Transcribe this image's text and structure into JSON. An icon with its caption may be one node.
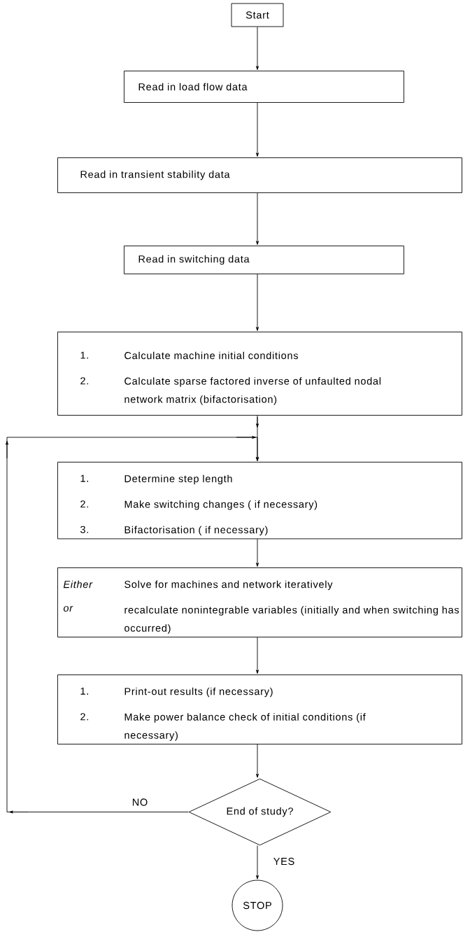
{
  "diagram": {
    "nodes": [
      {
        "text": [
          "Start"
        ]
      },
      {
        "text": [
          "Read in load flow data"
        ]
      },
      {
        "text": [
          "Read in transient stability data"
        ]
      },
      {
        "text": [
          "Read in switching data"
        ]
      },
      {
        "text": [
          "1.",
          "Calculate machine initial conditions",
          "2.",
          "Calculate sparse factored inverse of unfaulted nodal network matrix (bifactorisation)"
        ]
      },
      {
        "text": [
          "1.",
          "Determine step length",
          "2.",
          "Make switching changes ( if necessary)",
          "3.",
          "Bifactorisation ( if necessary)"
        ]
      },
      {
        "text": [
          "Either",
          "Solve for machines and network iteratively",
          "or",
          "recalculate nonintegrable variables (initially and when switching has occurred)"
        ]
      },
      {
        "text": [
          "1.",
          "Print-out results (if necessary)",
          "2.",
          "Make power balance check of initial conditions (if necessary)"
        ]
      },
      {
        "text": [
          "End of study?"
        ]
      },
      {
        "text": [
          "STOP"
        ]
      }
    ],
    "edges": [
      {
        "from": 0,
        "to": 1,
        "arrow": "to"
      },
      {
        "from": 1,
        "to": 2,
        "arrow": "to"
      },
      {
        "from": 2,
        "to": 3,
        "arrow": "to"
      },
      {
        "from": 3,
        "to": 4,
        "arrow": "to"
      },
      {
        "from": 4,
        "to": 5,
        "arrow": "to"
      },
      {
        "from": 5,
        "to": 6,
        "arrow": "to"
      },
      {
        "from": 6,
        "to": 7,
        "arrow": "to"
      },
      {
        "from": 7,
        "to": 8,
        "arrow": "to"
      },
      {
        "from": 8,
        "to": 5,
        "arrow": "to",
        "label": "NO"
      },
      {
        "from": 8,
        "to": 9,
        "arrow": "to",
        "label": "YES"
      }
    ]
  }
}
